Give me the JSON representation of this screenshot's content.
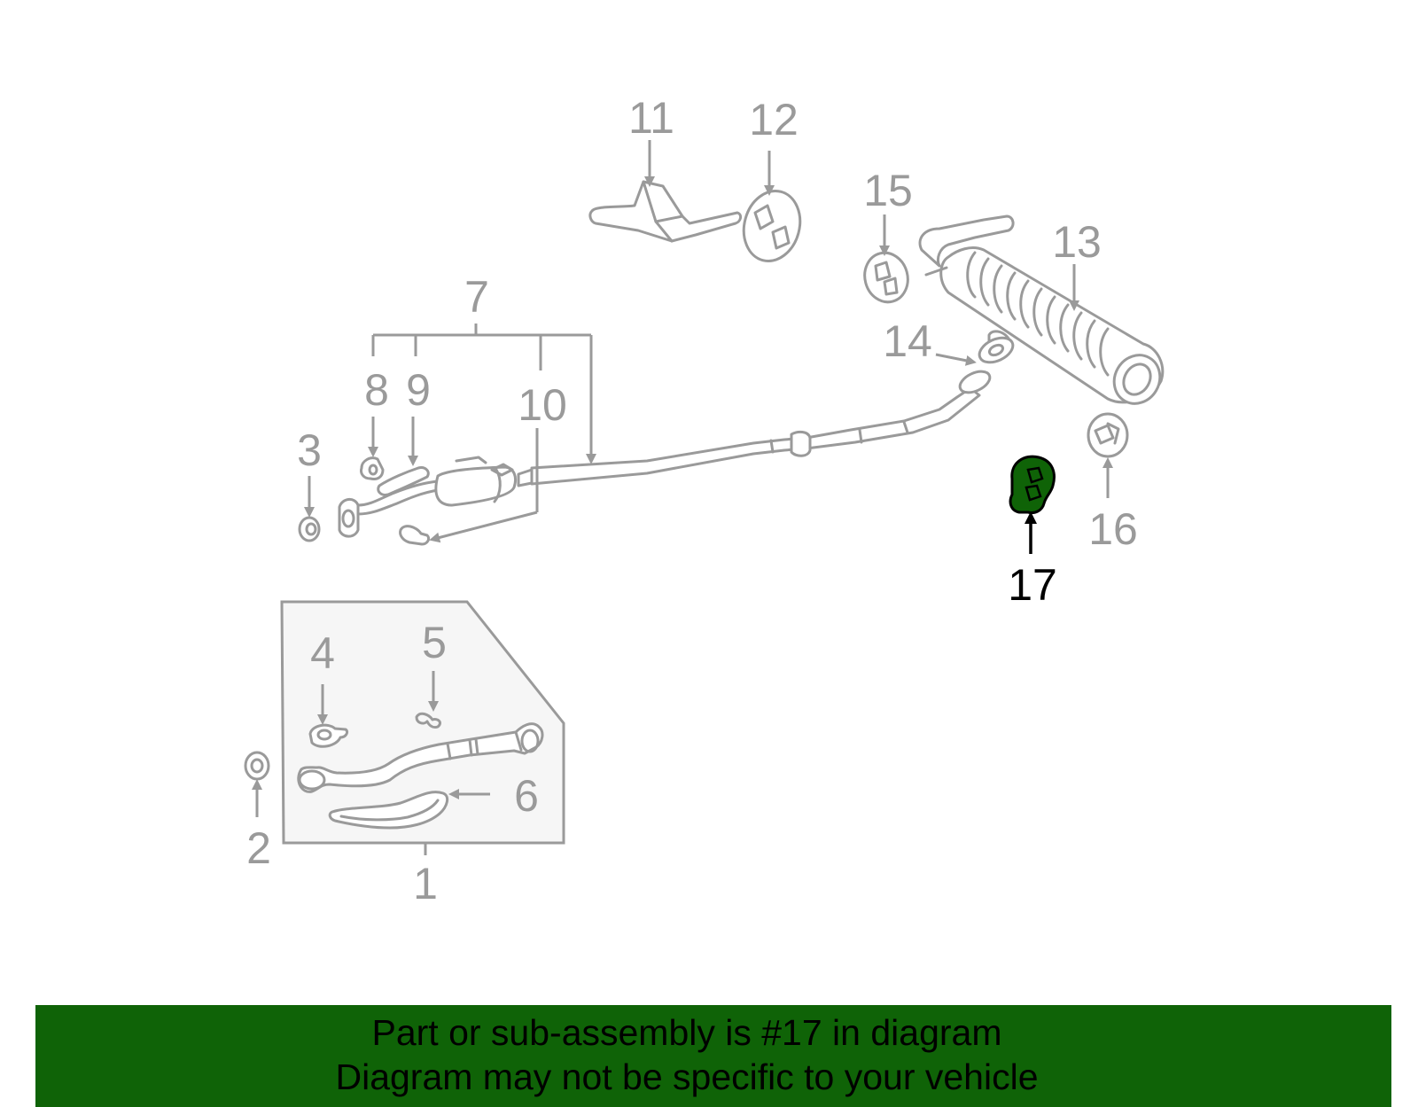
{
  "colors": {
    "part_stroke": "#9a9a9a",
    "highlight_fill": "#0f6307",
    "banner_bg": "#0f6307",
    "callout_text": "#9a9a9a",
    "highlight_text": "#000000"
  },
  "callouts": {
    "c1": "1",
    "c2": "2",
    "c3": "3",
    "c4": "4",
    "c5": "5",
    "c6": "6",
    "c7": "7",
    "c8": "8",
    "c9": "9",
    "c10": "10",
    "c11": "11",
    "c12": "12",
    "c13": "13",
    "c14": "14",
    "c15": "15",
    "c16": "16",
    "c17": "17"
  },
  "highlighted_part": "17",
  "banner": {
    "line1": "Part or sub-assembly is #17 in diagram",
    "line2": "Diagram may not be specific to your vehicle"
  }
}
